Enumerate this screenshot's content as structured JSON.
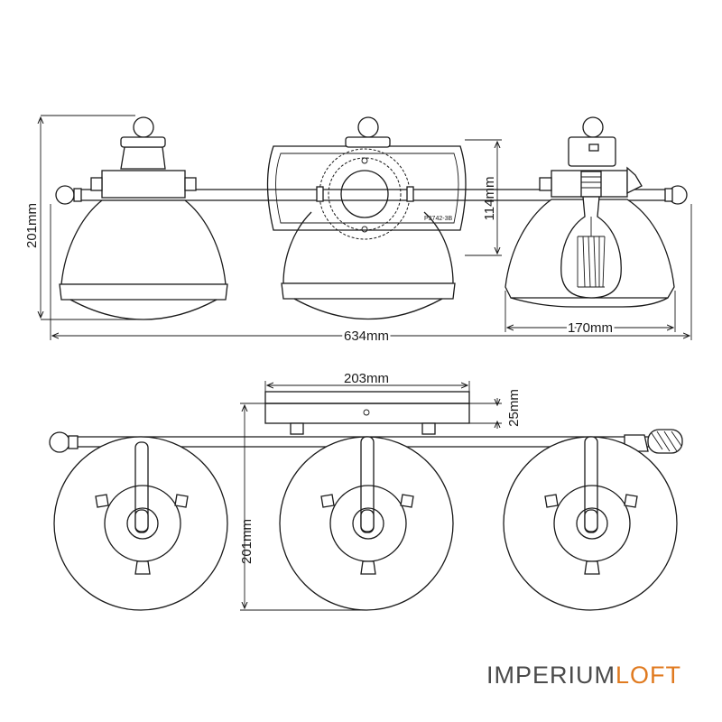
{
  "dimensions": {
    "front_height": "201mm",
    "plate_height": "114mm",
    "total_width": "634mm",
    "shade_width": "170mm",
    "plate_width": "203mm",
    "plate_depth": "25mm",
    "top_projection": "201mm"
  },
  "part_number": "P3742-3B",
  "brand": {
    "part1": "IMPERIUM",
    "part2": "LOFT"
  },
  "colors": {
    "line": "#1a1a1a",
    "brand_gray": "#4b4b4b",
    "brand_orange": "#e07a1f"
  }
}
